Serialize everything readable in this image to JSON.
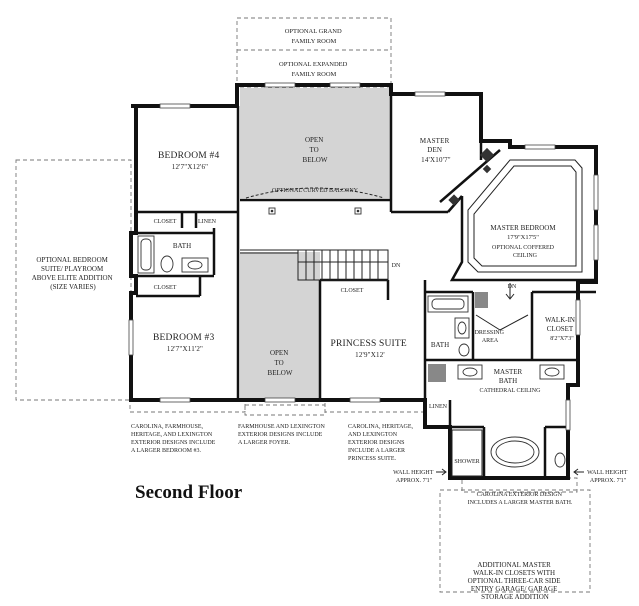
{
  "plan": {
    "title": "Second Floor",
    "rooms": {
      "optional_grand_family_room": [
        "OPTIONAL GRAND",
        "FAMILY ROOM"
      ],
      "optional_expanded_family_room": [
        "OPTIONAL EXPANDED",
        "FAMILY ROOM"
      ],
      "open_to_below_top": [
        "OPEN",
        "TO",
        "BELOW"
      ],
      "optional_curved_balcony": "OPTIONAL CURVED BALCONY",
      "bedroom4": [
        "BEDROOM #4",
        "12'7\"X12'6\""
      ],
      "master_den": [
        "MASTER",
        "DEN",
        "14'X10'7\""
      ],
      "master_bedroom": [
        "MASTER BEDROOM",
        "17'9\"X17'5\"",
        "OPTIONAL COFFERED",
        "CEILING"
      ],
      "closet_b4": "CLOSET",
      "linen_b4": "LINEN",
      "bath_hall": "BATH",
      "optional_bedroom_suite": [
        "OPTIONAL BEDROOM",
        "SUITE/ PLAYROOM",
        "ABOVE ELITE ADDITION",
        "(SIZE VARIES)"
      ],
      "dn_stairs": "DN",
      "closet_b3": "CLOSET",
      "closet_princess": "CLOSET",
      "dn_master": "DN",
      "walk_in_closet": [
        "WALK-IN",
        "CLOSET",
        "8'2\"X7'3\""
      ],
      "dressing_area": [
        "DRESSING",
        "AREA"
      ],
      "bedroom3": [
        "BEDROOM #3",
        "12'7\"X11'2\""
      ],
      "open_to_below_bottom": [
        "OPEN",
        "TO",
        "BELOW"
      ],
      "princess_suite": [
        "PRINCESS SUITE",
        "12'9\"X12'"
      ],
      "bath_princess": "BATH",
      "master_bath": [
        "MASTER",
        "BATH",
        "CATHEDRAL CEILING"
      ],
      "linen_master": "LINEN",
      "shower": "SHOWER"
    },
    "notes": {
      "bedroom3_note": [
        "CAROLINA, FARMHOUSE,",
        "HERITAGE, AND LEXINGTON",
        "EXTERIOR DESIGNS INCLUDE",
        "A LARGER BEDROOM #3."
      ],
      "foyer_note": [
        "FARMHOUSE AND LEXINGTON",
        "EXTERIOR DESIGNS INCLUDE",
        "A LARGER FOYER."
      ],
      "princess_note": [
        "CAROLINA, HERITAGE,",
        "AND LEXINGTON",
        "EXTERIOR DESIGNS",
        "INCLUDE A LARGER",
        "PRINCESS SUITE."
      ],
      "wall_height_left": [
        "WALL HEIGHT",
        "APPROX. 7'1\""
      ],
      "wall_height_right": [
        "WALL HEIGHT",
        "APPROX. 7'1\""
      ],
      "carolina_master_bath": [
        "CAROLINA EXTERIOR DESIGN",
        "INCLUDES A LARGER MASTER BATH."
      ],
      "additional_master": [
        "ADDITIONAL MASTER",
        "WALK-IN CLOSETS WITH",
        "OPTIONAL THREE-CAR SIDE",
        "ENTRY GARAGE/ GARAGE",
        "STORAGE ADDITION"
      ]
    }
  }
}
